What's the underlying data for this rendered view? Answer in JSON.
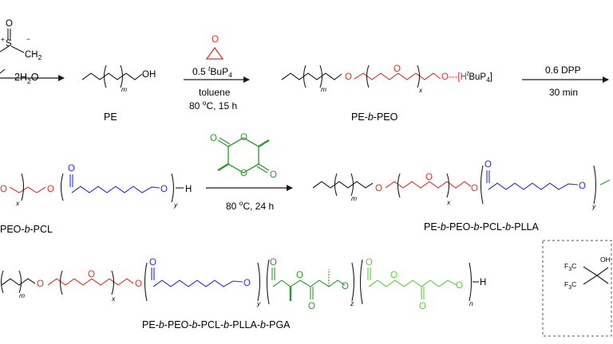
{
  "colors": {
    "bond": "#1a1a1a",
    "peo": "#e0302a",
    "pcl": "#2b2bd6",
    "plla": "#2a9a2a",
    "pga": "#5fcf3a",
    "oxygen": "#e0302a"
  },
  "row1": {
    "reagent_left": {
      "oxygen": "O",
      "sulfur": "S",
      "ch2": "CH",
      "ch2_sub": "2",
      "plus": "+",
      "minus": "−",
      "water": "2H",
      "water_sub": "2",
      "water_tail": "O"
    },
    "pe_structure": {
      "m": "m",
      "oh": "OH"
    },
    "pe_label": "PE",
    "arrow1": {
      "epoxide_o": "O",
      "line1_num": "0.5",
      "line1_t": "t",
      "line1_rest": "BuP",
      "line1_sub": "4",
      "line2": "toluene",
      "line3_a": "80",
      "line3_deg": "o",
      "line3_b": "C, 15 h"
    },
    "peo_structure": {
      "m": "m",
      "x": "x",
      "o": "O",
      "end_a": "O---[H",
      "end_t": "t",
      "end_b": "BuP",
      "end_sub": "4",
      "end_c": "]"
    },
    "pe_b_peo_label": {
      "a": "PE-",
      "b": "b",
      "c": "-PEO"
    },
    "arrow2": {
      "top": "0.6 DPP",
      "bottom": "30 min"
    }
  },
  "row2": {
    "pcl_structure": {
      "x": "x",
      "y": "y",
      "o": "O",
      "h": "H"
    },
    "peo_pcl_label": {
      "a": "PEO-",
      "b": "b",
      "c": "-PCL"
    },
    "lactide": {
      "o": "O"
    },
    "arrow3": {
      "a": "80",
      "deg": "o",
      "b": "C, 24 h"
    },
    "product_structure": {
      "m": "m",
      "x": "x",
      "y": "y",
      "o": "O"
    },
    "product_label": {
      "a": "PE-",
      "b": "b",
      "c": "-PEO-",
      "d": "b",
      "e": "-PCL-",
      "f": "b",
      "g": "-PLLA"
    }
  },
  "row3": {
    "structure": {
      "m": "m",
      "x": "x",
      "y": "y",
      "z": "z",
      "n": "n",
      "o": "O",
      "h": "H"
    },
    "label": {
      "a": "PE-",
      "b": "b",
      "c": "-PEO-",
      "d": "b",
      "e": "-PCL-",
      "f": "b",
      "g": "-PLLA-",
      "h": "b",
      "i": "-PGA"
    },
    "box": {
      "f3c": "F",
      "f3c_sub": "3",
      "f3c_c": "C",
      "oh": "OH"
    }
  }
}
